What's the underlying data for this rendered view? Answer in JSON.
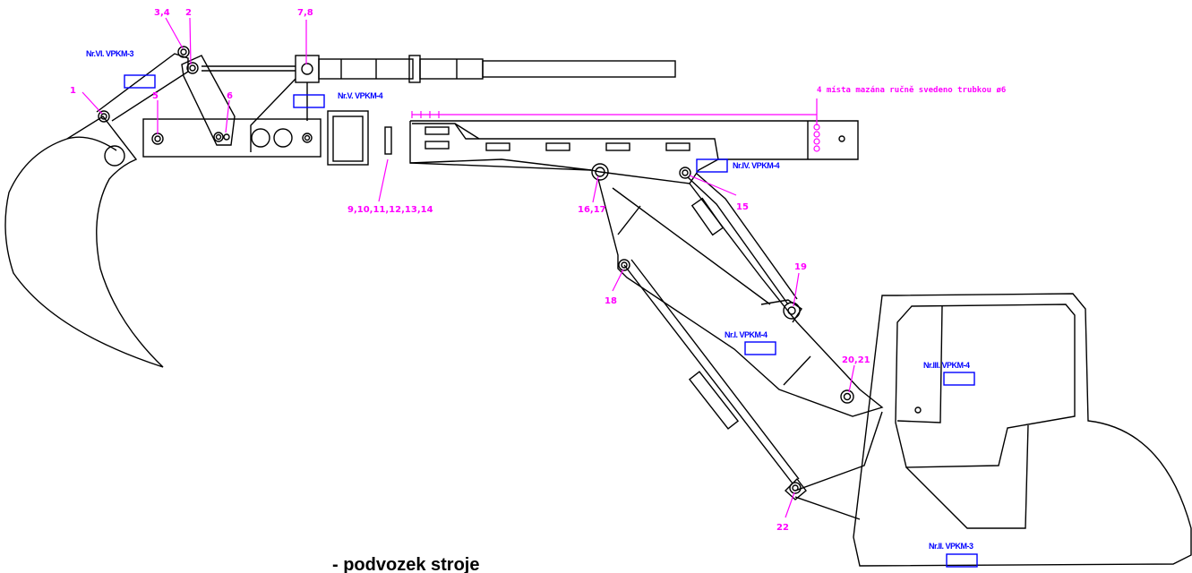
{
  "points": [
    {
      "id": "p1",
      "label": "1"
    },
    {
      "id": "p34",
      "label": "3,4"
    },
    {
      "id": "p2",
      "label": "2"
    },
    {
      "id": "p78",
      "label": "7,8"
    },
    {
      "id": "p5",
      "label": "5"
    },
    {
      "id": "p6",
      "label": "6"
    },
    {
      "id": "p914",
      "label": "9,10,11,12,13,14"
    },
    {
      "id": "p1617",
      "label": "16,17"
    },
    {
      "id": "p15",
      "label": "15"
    },
    {
      "id": "p18",
      "label": "18"
    },
    {
      "id": "p19",
      "label": "19"
    },
    {
      "id": "p2021",
      "label": "20,21"
    },
    {
      "id": "p22",
      "label": "22"
    }
  ],
  "labels": {
    "vi": "Nr.VI. VPKM-3",
    "v": "Nr.V. VPKM-4",
    "iv": "Nr.IV. VPKM-4",
    "i": "Nr.I. VPKM-4",
    "iii": "Nr.III. VPKM-4",
    "ii": "Nr.II. VPKM-3"
  },
  "note": "4 místa mazána ručně svedeno trubkou ø6",
  "caption": "- podvozek stroje",
  "colors": {
    "numbers": "#ff00ff",
    "labels": "#0000ff",
    "lines": "#000000"
  }
}
